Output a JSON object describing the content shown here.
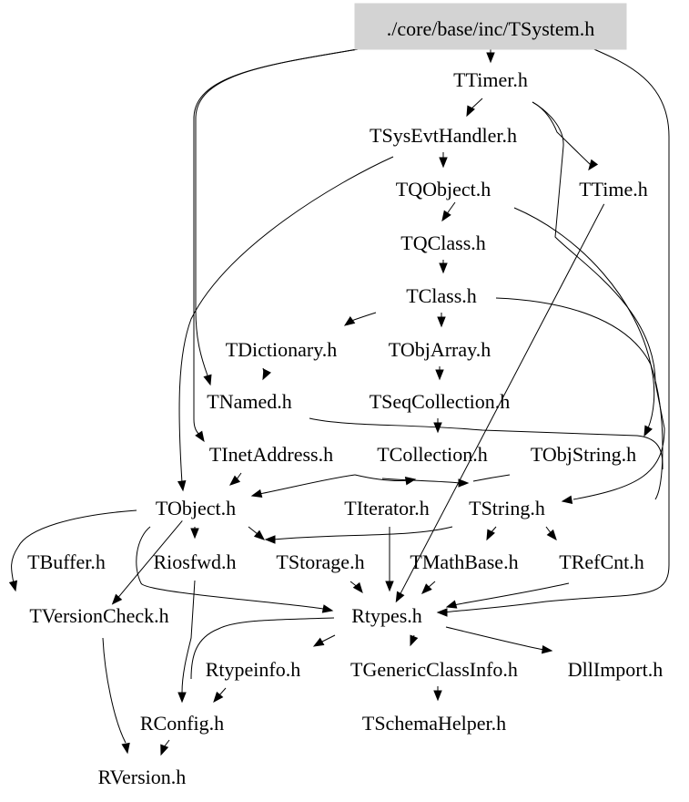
{
  "graph": {
    "title": "./core/base/inc/TSystem.h",
    "root_fill": "#d3d3d3",
    "nodes": [
      {
        "id": "TSystem",
        "label": "./core/base/inc/TSystem.h",
        "root": true
      },
      {
        "id": "TTimer",
        "label": "TTimer.h"
      },
      {
        "id": "TSysEvtHandler",
        "label": "TSysEvtHandler.h"
      },
      {
        "id": "TTime",
        "label": "TTime.h"
      },
      {
        "id": "TQObject",
        "label": "TQObject.h"
      },
      {
        "id": "TQClass",
        "label": "TQClass.h"
      },
      {
        "id": "TClass",
        "label": "TClass.h"
      },
      {
        "id": "TDictionary",
        "label": "TDictionary.h"
      },
      {
        "id": "TObjArray",
        "label": "TObjArray.h"
      },
      {
        "id": "TNamed",
        "label": "TNamed.h"
      },
      {
        "id": "TSeqCollection",
        "label": "TSeqCollection.h"
      },
      {
        "id": "TInetAddress",
        "label": "TInetAddress.h"
      },
      {
        "id": "TCollection",
        "label": "TCollection.h"
      },
      {
        "id": "TObjString",
        "label": "TObjString.h"
      },
      {
        "id": "TObject",
        "label": "TObject.h"
      },
      {
        "id": "TIterator",
        "label": "TIterator.h"
      },
      {
        "id": "TString",
        "label": "TString.h"
      },
      {
        "id": "TBuffer",
        "label": "TBuffer.h"
      },
      {
        "id": "Riosfwd",
        "label": "Riosfwd.h"
      },
      {
        "id": "TStorage",
        "label": "TStorage.h"
      },
      {
        "id": "TMathBase",
        "label": "TMathBase.h"
      },
      {
        "id": "TRefCnt",
        "label": "TRefCnt.h"
      },
      {
        "id": "TVersionCheck",
        "label": "TVersionCheck.h"
      },
      {
        "id": "Rtypes",
        "label": "Rtypes.h"
      },
      {
        "id": "Rtypeinfo",
        "label": "Rtypeinfo.h"
      },
      {
        "id": "TGenericClassInfo",
        "label": "TGenericClassInfo.h"
      },
      {
        "id": "DllImport",
        "label": "DllImport.h"
      },
      {
        "id": "RConfig",
        "label": "RConfig.h"
      },
      {
        "id": "TSchemaHelper",
        "label": "TSchemaHelper.h"
      },
      {
        "id": "RVersion",
        "label": "RVersion.h"
      }
    ],
    "edges": [
      {
        "from": "TSystem",
        "to": "TTimer"
      },
      {
        "from": "TSystem",
        "to": "TNamed"
      },
      {
        "from": "TSystem",
        "to": "TInetAddress"
      },
      {
        "from": "TSystem",
        "to": "Rtypes"
      },
      {
        "from": "TTimer",
        "to": "TSysEvtHandler"
      },
      {
        "from": "TTimer",
        "to": "TTime"
      },
      {
        "from": "TTimer",
        "to": "TString"
      },
      {
        "from": "TSysEvtHandler",
        "to": "TQObject"
      },
      {
        "from": "TSysEvtHandler",
        "to": "TObject"
      },
      {
        "from": "TQObject",
        "to": "TQClass"
      },
      {
        "from": "TQObject",
        "to": "TObjString"
      },
      {
        "from": "TQClass",
        "to": "TClass"
      },
      {
        "from": "TClass",
        "to": "TDictionary"
      },
      {
        "from": "TClass",
        "to": "TObjArray"
      },
      {
        "from": "TClass",
        "to": "TObjString"
      },
      {
        "from": "TDictionary",
        "to": "TNamed"
      },
      {
        "from": "TObjArray",
        "to": "TSeqCollection"
      },
      {
        "from": "TSeqCollection",
        "to": "TCollection"
      },
      {
        "from": "TNamed",
        "to": "TString"
      },
      {
        "from": "TInetAddress",
        "to": "TObject"
      },
      {
        "from": "TCollection",
        "to": "TObject"
      },
      {
        "from": "TCollection",
        "to": "TIterator"
      },
      {
        "from": "TCollection",
        "to": "TString"
      },
      {
        "from": "TObjString",
        "to": "TString"
      },
      {
        "from": "TTime",
        "to": "Rtypes"
      },
      {
        "from": "TObject",
        "to": "TBuffer"
      },
      {
        "from": "TObject",
        "to": "Riosfwd"
      },
      {
        "from": "TObject",
        "to": "TStorage"
      },
      {
        "from": "TObject",
        "to": "Rtypes"
      },
      {
        "from": "TObject",
        "to": "TVersionCheck"
      },
      {
        "from": "TIterator",
        "to": "Rtypes"
      },
      {
        "from": "TString",
        "to": "TStorage"
      },
      {
        "from": "TString",
        "to": "TMathBase"
      },
      {
        "from": "TString",
        "to": "TRefCnt"
      },
      {
        "from": "TStorage",
        "to": "Rtypes"
      },
      {
        "from": "TMathBase",
        "to": "Rtypes"
      },
      {
        "from": "TRefCnt",
        "to": "Rtypes"
      },
      {
        "from": "Riosfwd",
        "to": "RConfig"
      },
      {
        "from": "Rtypes",
        "to": "RConfig"
      },
      {
        "from": "Rtypes",
        "to": "Rtypeinfo"
      },
      {
        "from": "Rtypes",
        "to": "TGenericClassInfo"
      },
      {
        "from": "Rtypes",
        "to": "DllImport"
      },
      {
        "from": "TGenericClassInfo",
        "to": "TSchemaHelper"
      },
      {
        "from": "Rtypeinfo",
        "to": "RConfig"
      },
      {
        "from": "TVersionCheck",
        "to": "RVersion"
      },
      {
        "from": "RConfig",
        "to": "RVersion"
      }
    ]
  }
}
